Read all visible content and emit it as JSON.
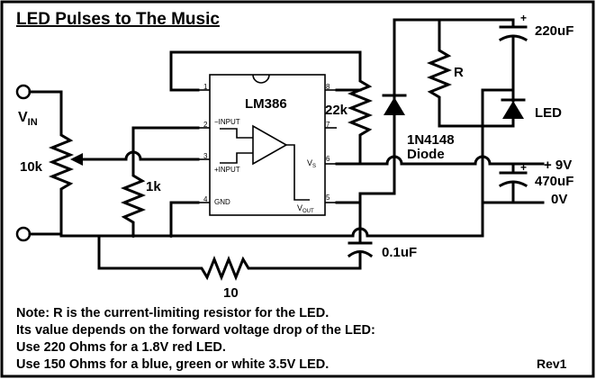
{
  "title": "LED Pulses to The Music",
  "ic": {
    "name": "LM386",
    "pin1": "1",
    "pin2": "2",
    "pin3": "3",
    "pin4": "4",
    "pin5": "5",
    "pin6": "6",
    "pin7": "7",
    "pin8": "8",
    "minus_input": "−INPUT",
    "plus_input": "+INPUT",
    "gnd": "GND",
    "vs": "V",
    "vs_sub": "S",
    "vout": "V",
    "vout_sub": "OUT"
  },
  "labels": {
    "vin": "V",
    "vin_sub": "IN",
    "pot": "10k",
    "r1k": "1k",
    "r22k": "22k",
    "r": "R",
    "c220": "220uF",
    "c470": "470uF",
    "c01": "0.1uF",
    "r10": "10",
    "led": "LED",
    "diode_part": "1N4148",
    "diode": "Diode",
    "plus9v": "+ 9V",
    "zero_v": "0V",
    "plus_sign_top": "+",
    "plus_sign_mid": "+"
  },
  "notes": [
    "Note: R is the current-limiting resistor for the LED.",
    "Its value depends on the forward voltage drop of the LED:",
    "Use 220 Ohms for a 1.8V red LED.",
    "Use 150 Ohms for a blue, green or white 3.5V LED."
  ],
  "rev": "Rev1"
}
